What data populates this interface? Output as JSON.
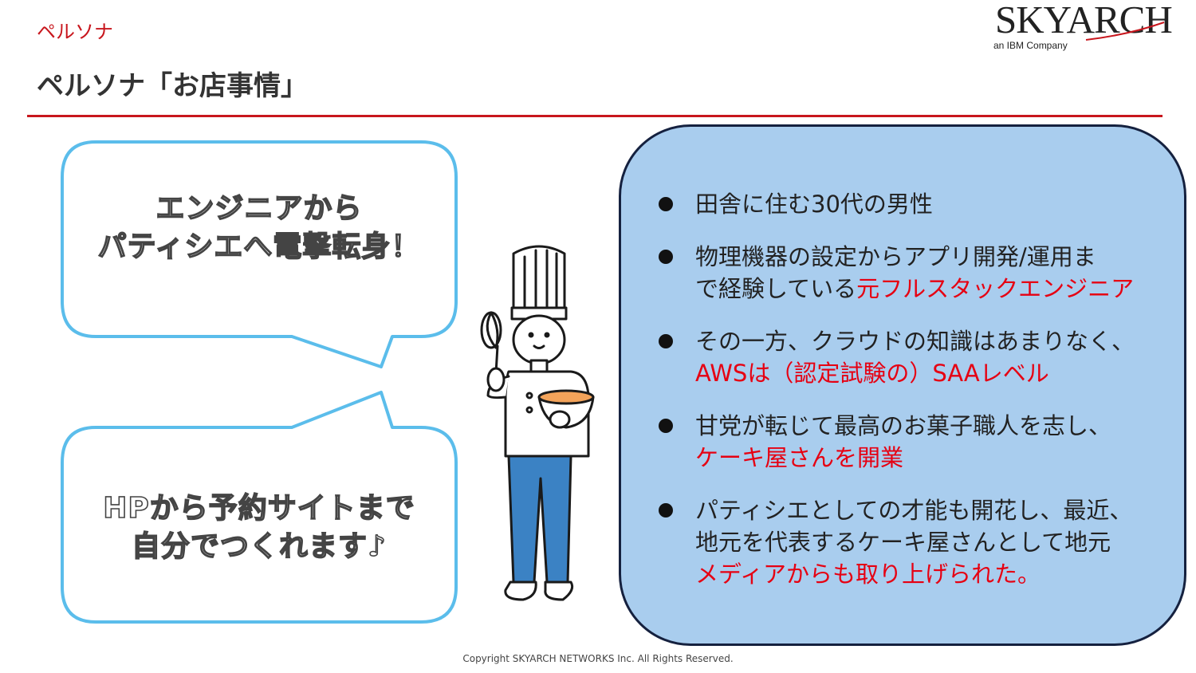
{
  "header": {
    "section_label": "ペルソナ",
    "title": "ペルソナ「お店事情」"
  },
  "logo": {
    "word": "SKYARCH",
    "sub": "an IBM Company"
  },
  "bubbles": {
    "top": [
      "エンジニアから",
      "パティシエへ電撃転身！"
    ],
    "bottom": [
      "HPから予約サイトまで",
      "自分でつくれます♪"
    ]
  },
  "bullets": [
    {
      "line1": "田舎に住む30代の男性",
      "line2_plain": "",
      "line2_red": ""
    },
    {
      "line1": "物理機器の設定からアプリ開発/運用ま",
      "line2_plain": "で経験している",
      "line2_red": "元フルスタックエンジニア"
    },
    {
      "line1": "その一方、クラウドの知識はあまりなく、",
      "line2_plain": "",
      "line2_red": "AWSは（認定試験の）SAAレベル"
    },
    {
      "line1": "甘党が転じて最高のお菓子職人を志し、",
      "line2_plain": "",
      "line2_red": "ケーキ屋さんを開業"
    },
    {
      "line1": "パティシエとしての才能も開花し、最近、",
      "line2_plain": "地元を代表するケーキ屋さんとして地元",
      "line2_red": "メディアからも取り上げられた。"
    }
  ],
  "footer": {
    "copyright": "Copyright SKYARCH NETWORKS Inc. All Rights Reserved."
  },
  "colors": {
    "accent_red": "#c8161d",
    "highlight_red": "#e60012",
    "panel_fill": "#a9cdee",
    "bubble_stroke": "#5bbdeb"
  },
  "icons": {
    "bullet": "black-circle",
    "illustration": "chef-icon"
  }
}
